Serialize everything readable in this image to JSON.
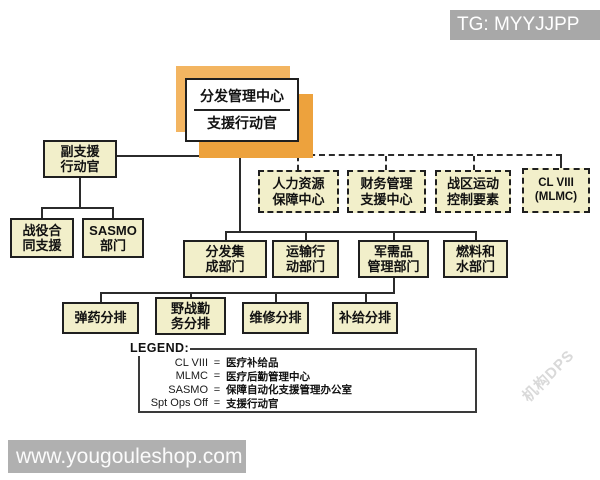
{
  "badge": {
    "text": "TG: MYYJJPP"
  },
  "site_bar": {
    "text": "www.yougouleshop.com"
  },
  "watermark": {
    "text": "机构DPS"
  },
  "colors": {
    "node_fill": "#f2efca",
    "shadow_light": "#f3b561",
    "shadow_dark": "#eda23d",
    "badge_gray": "#a8a8a8",
    "line": "#2b2b2b"
  },
  "nodes": {
    "root": {
      "lines": [
        "分发管理中心",
        "支援行动官"
      ]
    },
    "deputy": {
      "lines": [
        "副支援",
        "行动官"
      ]
    },
    "campaign": {
      "lines": [
        "战役合",
        "同支援"
      ]
    },
    "sasmo": {
      "lines": [
        "SASMO",
        "部门"
      ]
    },
    "hr": {
      "lines": [
        "人力资源",
        "保障中心"
      ]
    },
    "finance": {
      "lines": [
        "财务管理",
        "支援中心"
      ]
    },
    "theater": {
      "lines": [
        "战区运动",
        "控制要素"
      ]
    },
    "clviii": {
      "lines": [
        "CL VIII",
        "(MLMC)"
      ]
    },
    "distribution": {
      "lines": [
        "分发集",
        "成部门"
      ]
    },
    "transport": {
      "lines": [
        "运输行",
        "动部门"
      ]
    },
    "quartermaster": {
      "lines": [
        "军需品",
        "管理部门"
      ]
    },
    "fuel": {
      "lines": [
        "燃料和",
        "水部门"
      ]
    },
    "ammo": {
      "lines": [
        "弹药分排"
      ]
    },
    "field_service": {
      "lines": [
        "野战勤",
        "务分排"
      ]
    },
    "maintenance": {
      "lines": [
        "维修分排"
      ]
    },
    "supply": {
      "lines": [
        "补给分排"
      ]
    }
  },
  "legend": {
    "title": "LEGEND:",
    "entries": [
      {
        "term": "CL VIII",
        "eq": "=",
        "def": "医疗补给品"
      },
      {
        "term": "MLMC",
        "eq": "=",
        "def": "医疗后勤管理中心"
      },
      {
        "term": "SASMO",
        "eq": "=",
        "def": "保障自动化支援管理办公室"
      },
      {
        "term": "Spt Ops Off",
        "eq": "=",
        "def": "支援行动官"
      }
    ]
  }
}
